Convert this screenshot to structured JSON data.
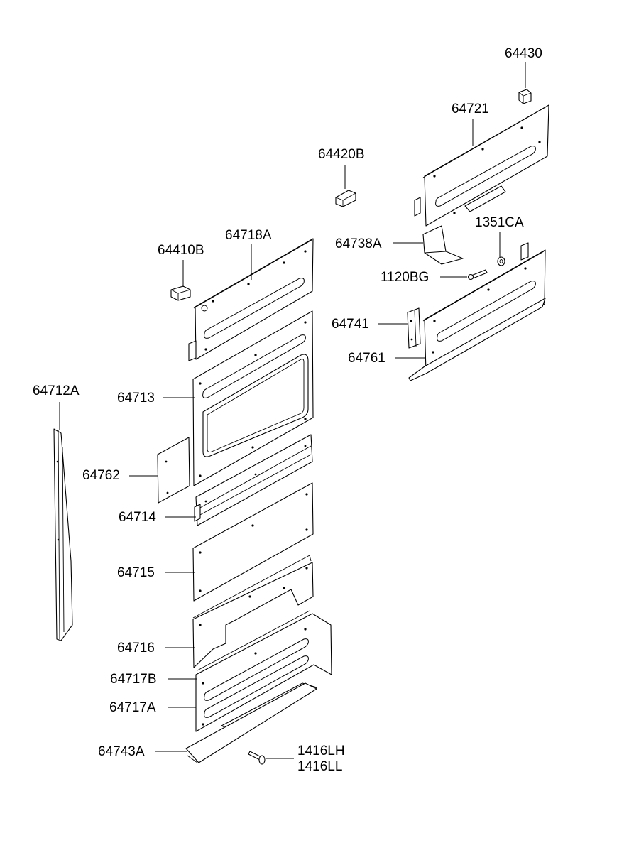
{
  "labels": {
    "p64430": "64430",
    "p64721": "64721",
    "p64420B": "64420B",
    "p1351CA": "1351CA",
    "p64738A": "64738A",
    "p64718A": "64718A",
    "p64410B": "64410B",
    "p1120BG": "1120BG",
    "p64741": "64741",
    "p64761": "64761",
    "p64712A": "64712A",
    "p64713": "64713",
    "p64762": "64762",
    "p64714": "64714",
    "p64715": "64715",
    "p64716": "64716",
    "p64717B": "64717B",
    "p64717A": "64717A",
    "p64743A": "64743A",
    "p1416LH": "1416LH",
    "p1416LL": "1416LL"
  }
}
